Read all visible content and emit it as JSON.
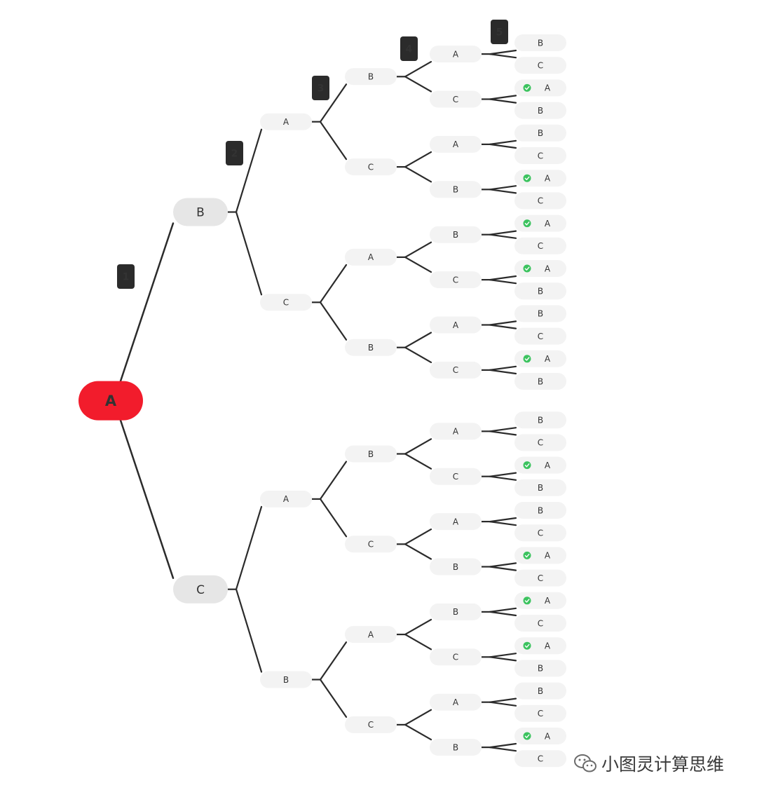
{
  "colors": {
    "root_fill": "#f21c2c",
    "level1_fill": "#e6e6e6",
    "node_fill": "#f3f3f3",
    "badge_fill": "#2b2b2b",
    "check_fill": "#3cc35f",
    "edge": "#2b2b2b"
  },
  "level_badges": [
    "1",
    "2",
    "3",
    "4",
    "5"
  ],
  "tree": {
    "label": "A",
    "children": [
      {
        "label": "B",
        "children": [
          {
            "label": "A",
            "children": [
              {
                "label": "B",
                "children": [
                  {
                    "label": "A",
                    "children": [
                      {
                        "label": "B"
                      },
                      {
                        "label": "C"
                      }
                    ]
                  },
                  {
                    "label": "C",
                    "children": [
                      {
                        "label": "A",
                        "check": true
                      },
                      {
                        "label": "B"
                      }
                    ]
                  }
                ]
              },
              {
                "label": "C",
                "children": [
                  {
                    "label": "A",
                    "children": [
                      {
                        "label": "B"
                      },
                      {
                        "label": "C"
                      }
                    ]
                  },
                  {
                    "label": "B",
                    "children": [
                      {
                        "label": "A",
                        "check": true
                      },
                      {
                        "label": "C"
                      }
                    ]
                  }
                ]
              }
            ]
          },
          {
            "label": "C",
            "children": [
              {
                "label": "A",
                "children": [
                  {
                    "label": "B",
                    "children": [
                      {
                        "label": "A",
                        "check": true
                      },
                      {
                        "label": "C"
                      }
                    ]
                  },
                  {
                    "label": "C",
                    "children": [
                      {
                        "label": "A",
                        "check": true
                      },
                      {
                        "label": "B"
                      }
                    ]
                  }
                ]
              },
              {
                "label": "B",
                "children": [
                  {
                    "label": "A",
                    "children": [
                      {
                        "label": "B"
                      },
                      {
                        "label": "C"
                      }
                    ]
                  },
                  {
                    "label": "C",
                    "children": [
                      {
                        "label": "A",
                        "check": true
                      },
                      {
                        "label": "B"
                      }
                    ]
                  }
                ]
              }
            ]
          }
        ]
      },
      {
        "label": "C",
        "children": [
          {
            "label": "A",
            "children": [
              {
                "label": "B",
                "children": [
                  {
                    "label": "A",
                    "children": [
                      {
                        "label": "B"
                      },
                      {
                        "label": "C"
                      }
                    ]
                  },
                  {
                    "label": "C",
                    "children": [
                      {
                        "label": "A",
                        "check": true
                      },
                      {
                        "label": "B"
                      }
                    ]
                  }
                ]
              },
              {
                "label": "C",
                "children": [
                  {
                    "label": "A",
                    "children": [
                      {
                        "label": "B"
                      },
                      {
                        "label": "C"
                      }
                    ]
                  },
                  {
                    "label": "B",
                    "children": [
                      {
                        "label": "A",
                        "check": true
                      },
                      {
                        "label": "C"
                      }
                    ]
                  }
                ]
              }
            ]
          },
          {
            "label": "B",
            "children": [
              {
                "label": "A",
                "children": [
                  {
                    "label": "B",
                    "children": [
                      {
                        "label": "A",
                        "check": true
                      },
                      {
                        "label": "C"
                      }
                    ]
                  },
                  {
                    "label": "C",
                    "children": [
                      {
                        "label": "A",
                        "check": true
                      },
                      {
                        "label": "B"
                      }
                    ]
                  }
                ]
              },
              {
                "label": "C",
                "children": [
                  {
                    "label": "A",
                    "children": [
                      {
                        "label": "B"
                      },
                      {
                        "label": "C"
                      }
                    ]
                  },
                  {
                    "label": "B",
                    "children": [
                      {
                        "label": "A",
                        "check": true
                      },
                      {
                        "label": "C"
                      }
                    ]
                  }
                ]
              }
            ]
          }
        ]
      }
    ]
  },
  "watermark": {
    "icon": "wechat-icon",
    "text": "小图灵计算思维"
  }
}
